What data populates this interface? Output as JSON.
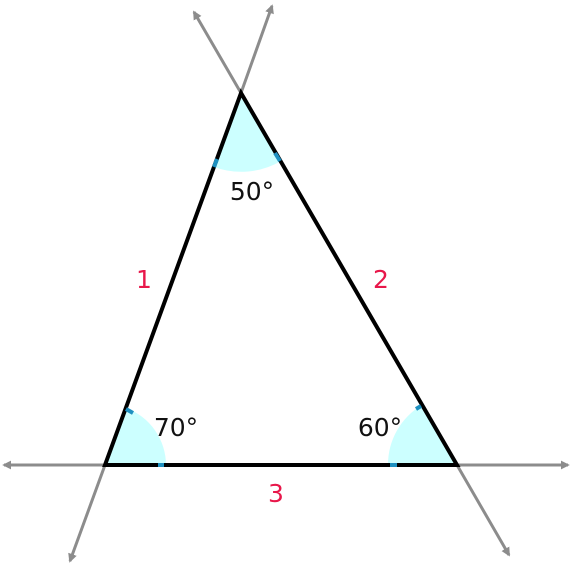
{
  "angles": {
    "top": "50°",
    "bottom_left": "70°",
    "bottom_right": "60°"
  },
  "sides": {
    "left": "1",
    "right": "2",
    "bottom": "3"
  },
  "colors": {
    "triangle_stroke": "#000000",
    "extension_line": "#8c8c8c",
    "angle_fill": "#ccffff",
    "angle_tick": "#1e90c0",
    "side_label": "#e8174a"
  }
}
